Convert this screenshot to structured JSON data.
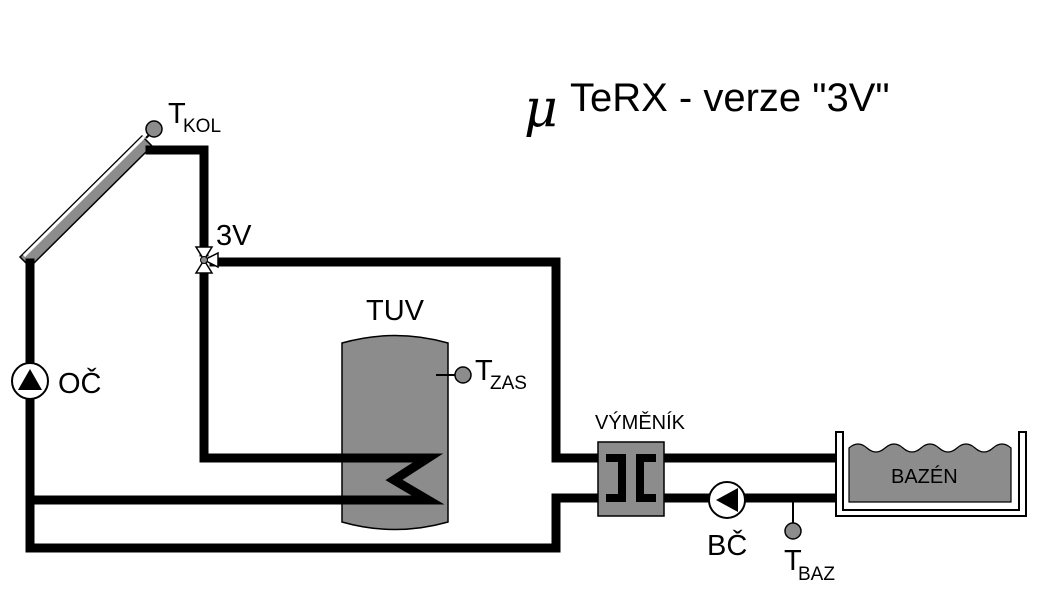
{
  "title": {
    "symbol": "μ",
    "text": "TeRX - verze \"3V\""
  },
  "labels": {
    "tkol_main": "T",
    "tkol_sub": "KOL",
    "valve": "3V",
    "tuv": "TUV",
    "tzas_main": "T",
    "tzas_sub": "ZAS",
    "pump_oc": "OČ",
    "exchanger": "VÝMĚNÍK",
    "pool": "BAZÉN",
    "pump_bc": "BČ",
    "tbaz_main": "T",
    "tbaz_sub": "BAZ"
  },
  "colors": {
    "pipe": "#000000",
    "tank": "#8c8c8c",
    "pool_water": "#8c8c8c",
    "collector": "#8c8c8c",
    "sensor": "#8c8c8c"
  }
}
